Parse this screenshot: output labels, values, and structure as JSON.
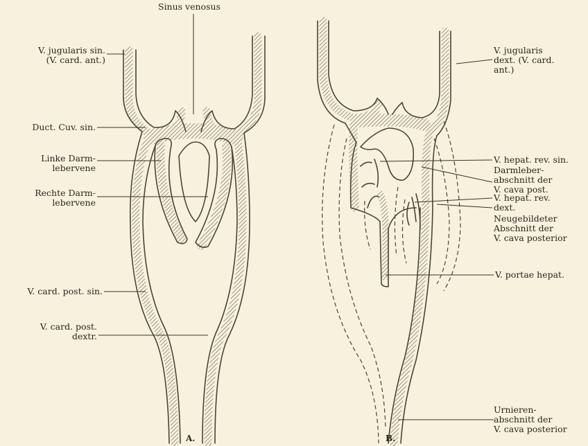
{
  "figure": {
    "panel_a": {
      "caption": "A.",
      "labels": {
        "sinus_venosus": "Sinus venosus",
        "jugularis_sin": "V. jugularis sin.\n(V. card. ant.)",
        "duct_cuv_sin": "Duct. Cuv. sin.",
        "linke_darmlebervene": "Linke Darm-\nlebervene",
        "rechte_darmlebervene": "Rechte Darm-\nlebervene",
        "card_post_sin": "V. card. post. sin.",
        "card_post_dextr": "V. card. post.\ndextr."
      }
    },
    "panel_b": {
      "caption": "B.",
      "labels": {
        "jugularis_dext": "V. jugularis\ndext. (V. card.\nant.)",
        "hepat_rev_sin": "V. hepat. rev. sin.",
        "darmleberabschnitt": "Darmleber-\nabschnitt der\nV. cava post.",
        "hepat_rev_dext": "V. hepat. rev.\ndext.",
        "neugebildeter_abschnitt": "Neugebildeter\nAbschnitt der\nV. cava posterior",
        "portae_hepat": "V. portae hepat.",
        "urnierenabschnitt": "Urnieren-\nabschnitt der\nV. cava posterior"
      }
    }
  }
}
